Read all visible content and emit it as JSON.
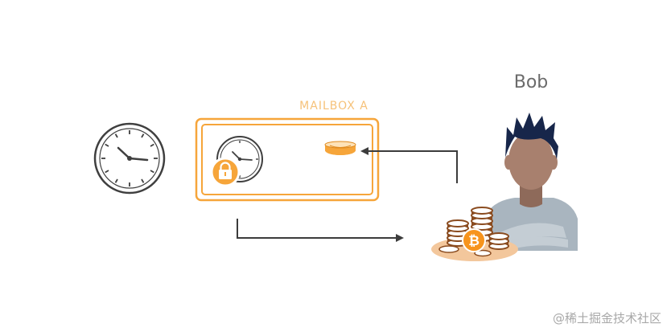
{
  "labels": {
    "person_name": "Bob",
    "mailbox": "MAILBOX A"
  },
  "watermark": "@稀土掘金技术社区",
  "icons": [
    "clock-icon",
    "mailbox-clock-icon",
    "lock-icon",
    "coin-slot-icon",
    "person-icon",
    "bitcoin-coins-icon"
  ],
  "colors": {
    "accent_orange": "#f6a53a",
    "label_orange": "#f6c27a",
    "arrow": "#3c3c3c",
    "clock_stroke": "#3f3f3f",
    "text_gray": "#6b6b6b",
    "skin": "#a8806e",
    "hair": "#17264a",
    "shirt": "#a9b5bf",
    "coin": "#f3c79c",
    "coin_edge": "#8a4b1f",
    "bitcoin": "#f7941d"
  }
}
